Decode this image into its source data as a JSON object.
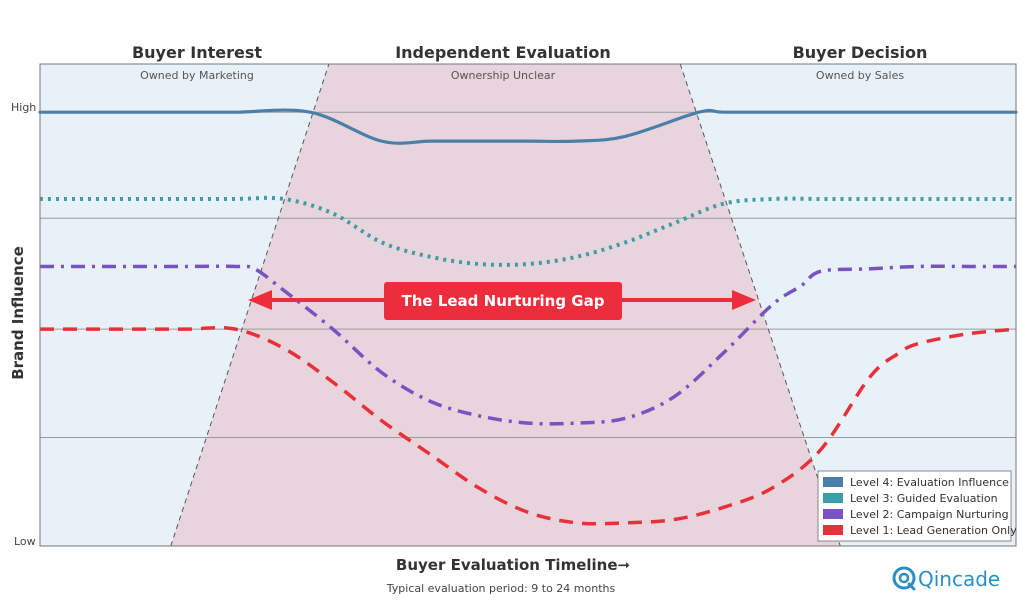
{
  "colors": {
    "plot_bg": "#e8f1f8",
    "gap_fill": "#e8d4dc",
    "level4": "#4a7fa8",
    "level3": "#3a9ea5",
    "level2": "#7a52c4",
    "level1": "#e8303a",
    "gap_banner": "#ee2d3c",
    "brand": "#2a8fc9"
  },
  "brand": {
    "name": "Qincade",
    "icon": "qincade-logo-icon"
  },
  "chart_data": {
    "type": "line",
    "phases": [
      {
        "title": "Buyer Interest",
        "subtitle": "Owned by Marketing"
      },
      {
        "title": "Independent Evaluation",
        "subtitle": "Ownership Unclear"
      },
      {
        "title": "Buyer Decision",
        "subtitle": "Owned by Sales"
      }
    ],
    "xlabel": "Buyer Evaluation Timeline➞",
    "xsublabel": "Typical evaluation period: 9 to 24 months",
    "ylabel": "Brand Influence",
    "y_tick_labels": {
      "high": "High",
      "low": "Low"
    },
    "ylim": [
      0,
      100
    ],
    "xlim": [
      0,
      100
    ],
    "grid": true,
    "gap_annotation": "The Lead Nurturing Gap",
    "gap_region": {
      "bottom_start": 13.4,
      "top_start": 29.6,
      "top_end": 65.6,
      "bottom_end": 82.0
    },
    "legend_position": "bottom-right",
    "series": [
      {
        "name": "Level 4: Evaluation Influence",
        "style": "solid",
        "x": [
          0,
          5,
          10,
          15,
          20,
          27.7,
          35,
          40,
          45,
          50,
          55,
          60,
          67.5,
          70,
          75,
          80,
          85,
          90,
          95,
          100
        ],
        "y": [
          90,
          90,
          90,
          90,
          90,
          90,
          84,
          84,
          84,
          84,
          84,
          85,
          90,
          90,
          90,
          90,
          90,
          90,
          90,
          90
        ]
      },
      {
        "name": "Level 3: Guided Evaluation",
        "style": "dotted",
        "x": [
          0,
          5,
          10,
          15,
          20,
          25,
          30,
          35,
          40,
          45,
          50,
          55,
          60,
          65,
          70,
          75,
          80,
          85,
          90,
          95,
          100
        ],
        "y": [
          72,
          72,
          72,
          72,
          72,
          72,
          69,
          63,
          60,
          58.5,
          58.5,
          60,
          63,
          67,
          71,
          72,
          72,
          72,
          72,
          72,
          72
        ]
      },
      {
        "name": "Level 2: Campaign Nurturing",
        "style": "dashdot",
        "x": [
          0,
          5,
          10,
          15,
          20,
          22,
          25,
          30,
          35,
          40,
          45,
          50,
          55,
          60,
          65,
          70,
          75,
          78,
          80,
          85,
          90,
          95,
          100
        ],
        "y": [
          58,
          58,
          58,
          58,
          58,
          57.5,
          53,
          45,
          36,
          30,
          27,
          25.5,
          25.5,
          26.5,
          31,
          40,
          50,
          54,
          57,
          57.5,
          58,
          58,
          58
        ]
      },
      {
        "name": "Level 1: Lead Generation Only",
        "style": "dashed",
        "x": [
          0,
          5,
          10,
          15,
          20,
          25,
          30,
          35,
          40,
          45,
          50,
          55,
          60,
          65,
          70,
          75,
          80,
          85,
          88,
          90,
          95,
          100
        ],
        "y": [
          45,
          45,
          45,
          45,
          45,
          41,
          34,
          26,
          19,
          12,
          7,
          4.8,
          4.8,
          5.5,
          8,
          12,
          20,
          35,
          40,
          42,
          44,
          45
        ]
      }
    ]
  }
}
